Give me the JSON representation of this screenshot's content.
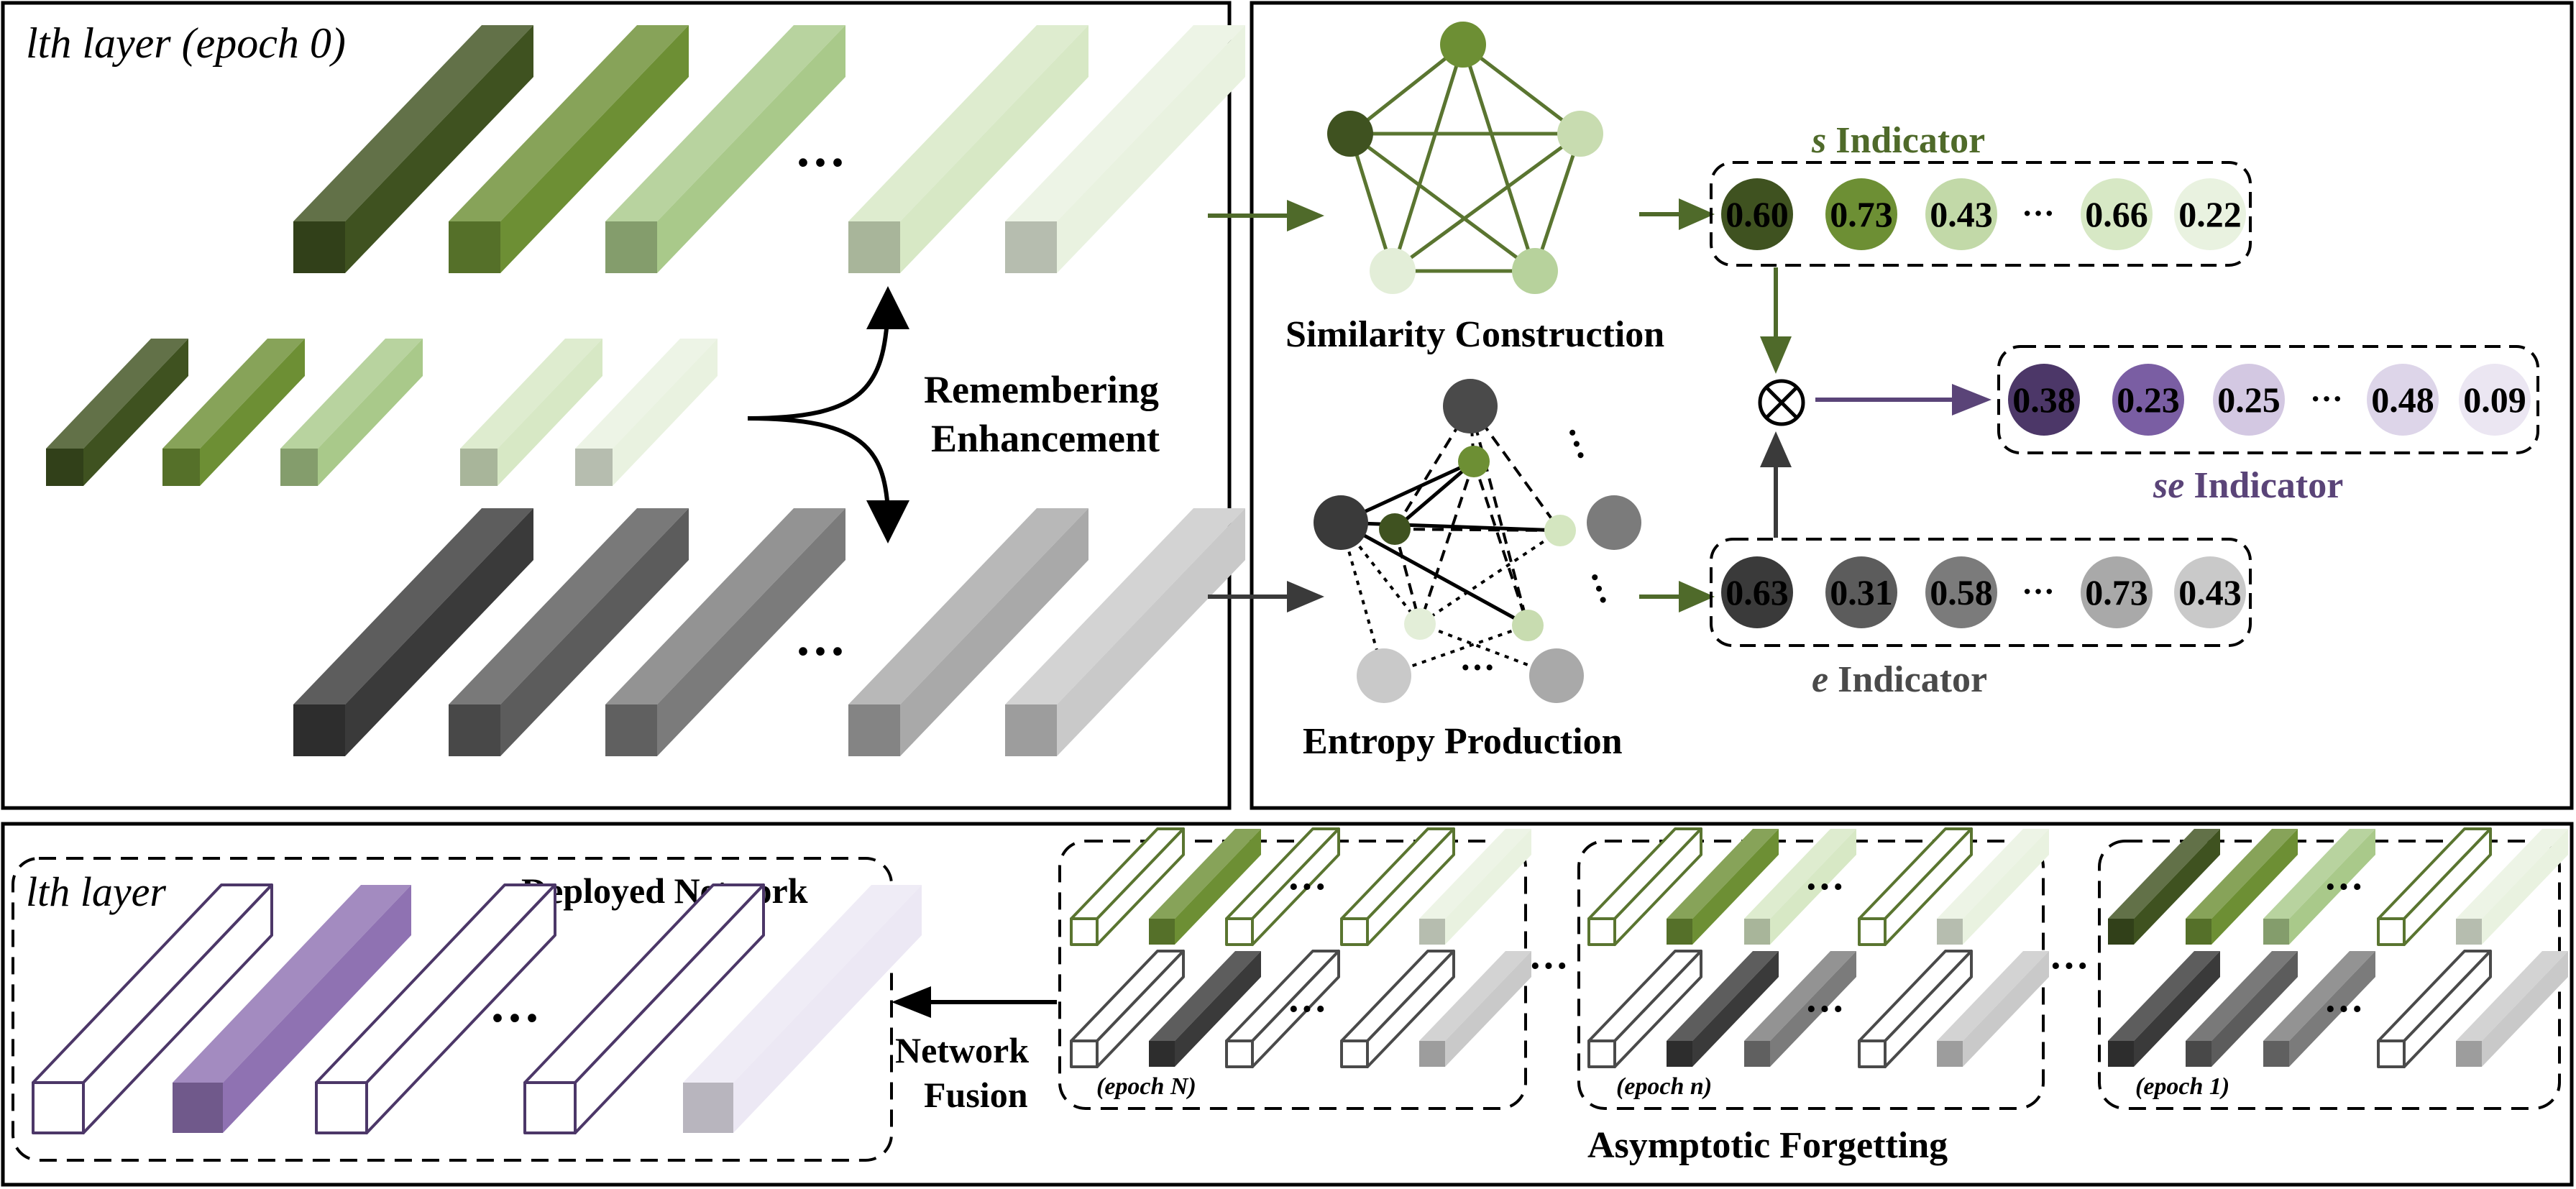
{
  "top_left": {
    "title": "lth layer (epoch 0)",
    "remember_label_1": "Remembering",
    "remember_label_2": "Enhancement",
    "ellipsis": "···"
  },
  "top_right": {
    "similarity_label": "Similarity Construction",
    "entropy_label": "Entropy Production",
    "s_indicator": {
      "prefix": "s",
      "suffix": " Indicator",
      "values": [
        "0.60",
        "0.73",
        "0.43",
        "0.66",
        "0.22"
      ]
    },
    "e_indicator": {
      "prefix": "e",
      "suffix": " Indicator",
      "values": [
        "0.63",
        "0.31",
        "0.58",
        "0.73",
        "0.43"
      ]
    },
    "se_indicator": {
      "prefix": "se",
      "suffix": " Indicator",
      "values": [
        "0.38",
        "0.23",
        "0.25",
        "0.48",
        "0.09"
      ]
    },
    "ellipsis": "···"
  },
  "bottom": {
    "deployed_title": "lth layer",
    "deployed_label": "Deployed Network",
    "fusion_label_1": "Network",
    "fusion_label_2": "Fusion",
    "forgetting_label": "Asymptotic Forgetting",
    "epoch_labels": [
      "(epoch N)",
      "(epoch n)",
      "(epoch 1)"
    ],
    "ellipsis": "···"
  },
  "colors": {
    "green_1": "#3f5220",
    "green_2": "#6d8f34",
    "green_3": "#a9c98a",
    "green_4": "#d7e8c5",
    "green_5": "#e9f2e0",
    "gray_1": "#3a3a3a",
    "gray_2": "#5c5c5c",
    "gray_3": "#7b7b7b",
    "gray_4": "#a9a9a9",
    "gray_5": "#c9c9c9",
    "purple_1": "#4c3768",
    "purple_2": "#7a5ea3",
    "purple_3": "#c4b6d8",
    "purple_4": "#d8cfe5",
    "purple_5": "#ebe6f2",
    "arrow_green": "#4f6a2a",
    "arrow_purple": "#5a4478"
  }
}
